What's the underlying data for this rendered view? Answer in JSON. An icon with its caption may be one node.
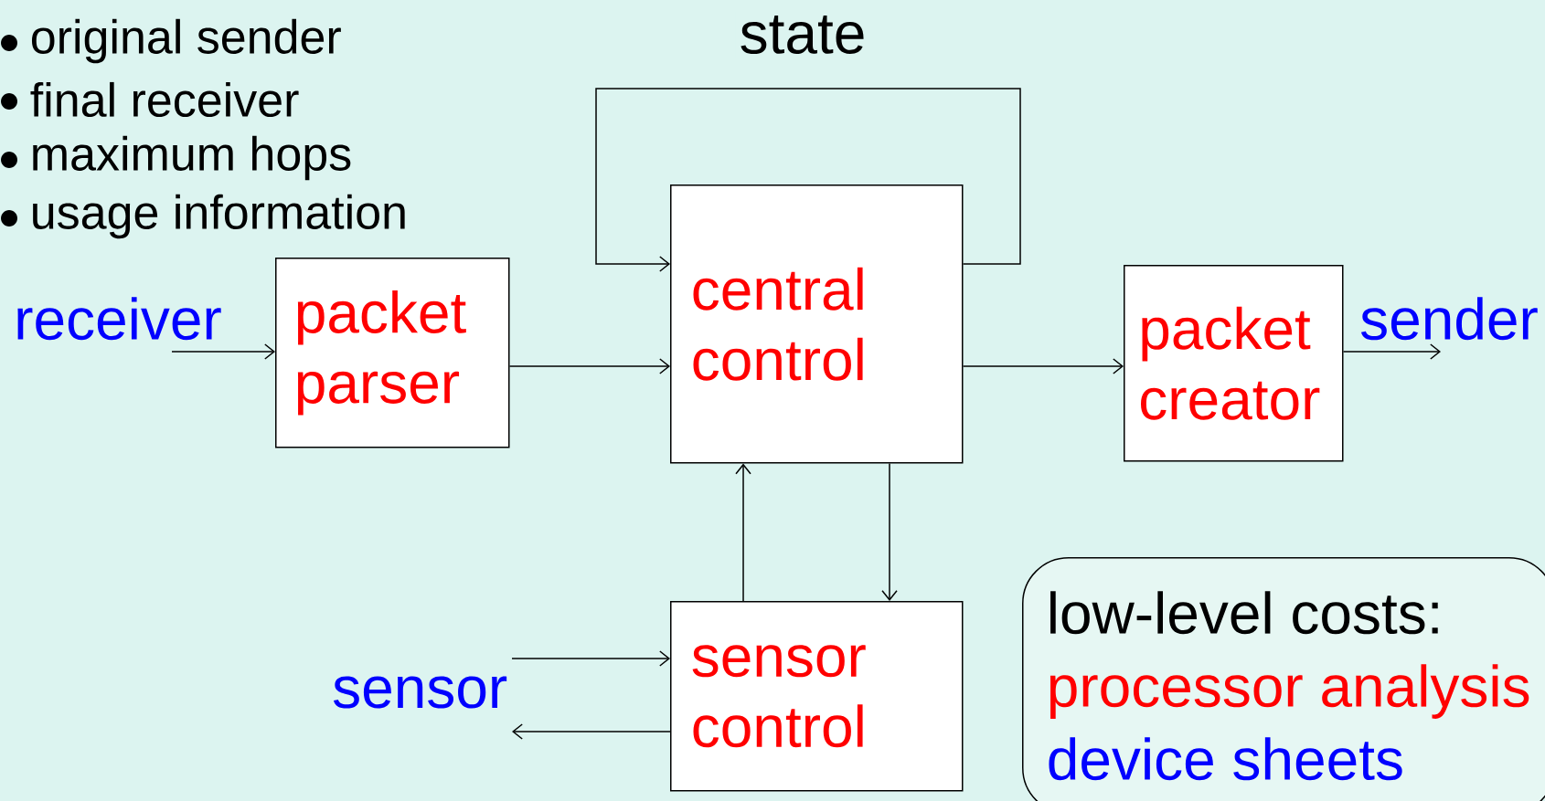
{
  "diagram": {
    "nodes": [
      {
        "text": [
          "receiver"
        ]
      },
      {
        "text": [
          "packet parser"
        ]
      },
      {
        "text": [
          "central control"
        ]
      },
      {
        "text": [
          "packet creator"
        ]
      },
      {
        "text": [
          "sender"
        ]
      },
      {
        "text": [
          "sensor control"
        ]
      },
      {
        "text": [
          "sensor"
        ]
      },
      {
        "text": [
          "low-level costs:",
          "processor analysis",
          "device sheets"
        ]
      }
    ],
    "edges": [
      {
        "from": 0,
        "to": 1,
        "arrow": "to"
      },
      {
        "from": 1,
        "to": 2,
        "arrow": "to"
      },
      {
        "from": 2,
        "to": 2,
        "arrow": "to",
        "label": "state"
      },
      {
        "from": 2,
        "to": 3,
        "arrow": "to"
      },
      {
        "from": 3,
        "to": 4,
        "arrow": "to"
      },
      {
        "from": 5,
        "to": 2,
        "arrow": "to"
      },
      {
        "from": 2,
        "to": 5,
        "arrow": "to"
      },
      {
        "from": 6,
        "to": 5,
        "arrow": "to"
      },
      {
        "from": 5,
        "to": 6,
        "arrow": "to"
      }
    ],
    "labels": [
      "original sender",
      "final receiver",
      "maximum hops",
      "usage information"
    ]
  }
}
